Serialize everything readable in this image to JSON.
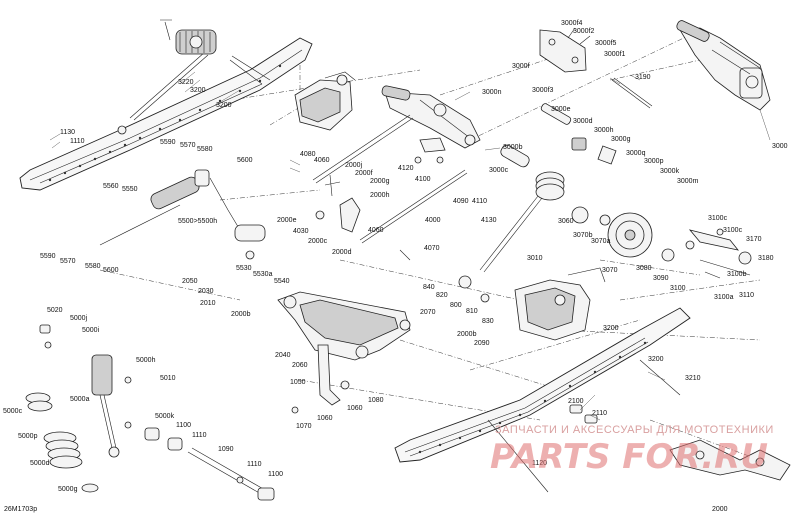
{
  "diagram": {
    "reference": "26M1703p",
    "watermark_line1": "ЗАПЧАСТИ И АКСЕССУАРЫ ДЛЯ МОТОТЕХНИКИ",
    "watermark_line2": "PARTS FOR.RU",
    "labels": {
      "l1130": "1130",
      "l1110a": "1110",
      "l3220": "3220",
      "l3200a": "3200",
      "l3200b": "3200",
      "l5590a": "5590",
      "l5570a": "5570",
      "l5580a": "5580",
      "l5600a": "5600",
      "l5560": "5560",
      "l5550": "5550",
      "l5500": "5500>5500h",
      "l5590b": "5590",
      "l5570b": "5570",
      "l5580b": "5580",
      "l5600b": "5600",
      "l5530": "5530",
      "l5530a": "5530a",
      "l5540": "5540",
      "l4080": "4080",
      "l4060a": "4060",
      "l2000j": "2000j",
      "l2000f": "2000f",
      "l2000g": "2000g",
      "l2000h": "2000h",
      "l2000e": "2000e",
      "l4030": "4030",
      "l2000c": "2000c",
      "l2000d": "2000d",
      "l4120": "4120",
      "l4100": "4100",
      "l3000c": "3000c",
      "l4090": "4090",
      "l4110": "4110",
      "l4130": "4130",
      "l4000": "4000",
      "l4060b": "4060",
      "l4070": "4070",
      "l2050": "2050",
      "l2030": "2030",
      "l2010": "2010",
      "l2000b": "2000b",
      "l840": "840",
      "l820": "820",
      "l800": "800",
      "l810": "810",
      "l830": "830",
      "l3000n": "3000n",
      "l3000b": "3000b",
      "l3000e": "3000e",
      "l3000d": "3000d",
      "l3000h": "3000h",
      "l3000g": "3000g",
      "l3000q": "3000q",
      "l3000p": "3000p",
      "l3000k": "3000k",
      "l3000m": "3000m",
      "l3000f4": "3000f4",
      "l3000f2": "3000f2",
      "l3000f5": "3000f5",
      "l3000f1": "3000f1",
      "l3000f": "3000f",
      "l3000f3": "3000f3",
      "l3190": "3190",
      "l3000": "3000",
      "l3060": "3060",
      "l3070b": "3070b",
      "l3070a": "3070a",
      "l3010": "3010",
      "l3070": "3070",
      "l3080": "3080",
      "l3090": "3090",
      "l3100": "3100",
      "l3100c1": "3100c",
      "l3100c2": "3100c",
      "l3170": "3170",
      "l3180": "3180",
      "l3100b": "3100b",
      "l3110": "3110",
      "l3100a": "3100a",
      "l5020": "5020",
      "l5000j": "5000j",
      "l5000i": "5000i",
      "l5000h": "5000h",
      "l5010": "5010",
      "l5000a": "5000a",
      "l5000c": "5000c",
      "l5000p": "5000p",
      "l5000d": "5000d",
      "l5000g": "5000g",
      "l5000k": "5000k",
      "l1100a": "1100",
      "l1110b": "1110",
      "l1090": "1090",
      "l1110c": "1110",
      "l1100b": "1100",
      "l2070": "2070",
      "l2000b2": "2000b",
      "l2090": "2090",
      "l2040": "2040",
      "l2060": "2060",
      "l1050": "1050",
      "l1080": "1080",
      "l1060a": "1060",
      "l1070": "1070",
      "l1060b": "1060",
      "l3200c": "3200",
      "l3200d": "3200",
      "l3210": "3210",
      "l2100": "2100",
      "l2110": "2110",
      "l1120": "1120",
      "l2000": "2000"
    }
  }
}
